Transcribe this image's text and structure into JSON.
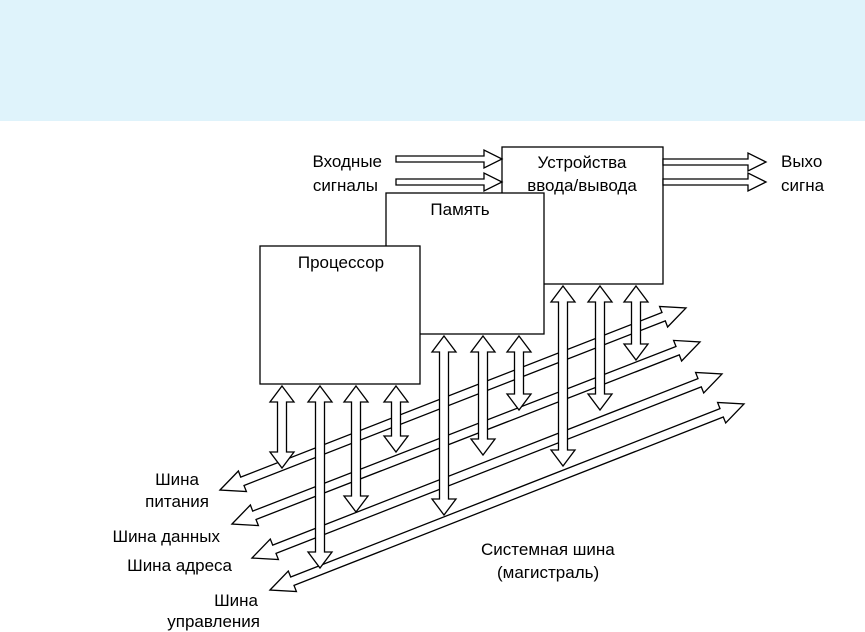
{
  "devices": {
    "io": [
      "Устройства",
      "ввода/вывода"
    ],
    "memory": "Память",
    "processor": "Процессор"
  },
  "inputs": [
    "Входные",
    "сигналы"
  ],
  "outputs": [
    "Выхо",
    "сигна"
  ],
  "buses": {
    "power": [
      "Шина",
      "питания"
    ],
    "data": "Шина данных",
    "address": "Шина адреса",
    "control": [
      "Шина",
      "управления"
    ]
  },
  "system_bus": [
    "Системная шина",
    "(магистраль)"
  ]
}
